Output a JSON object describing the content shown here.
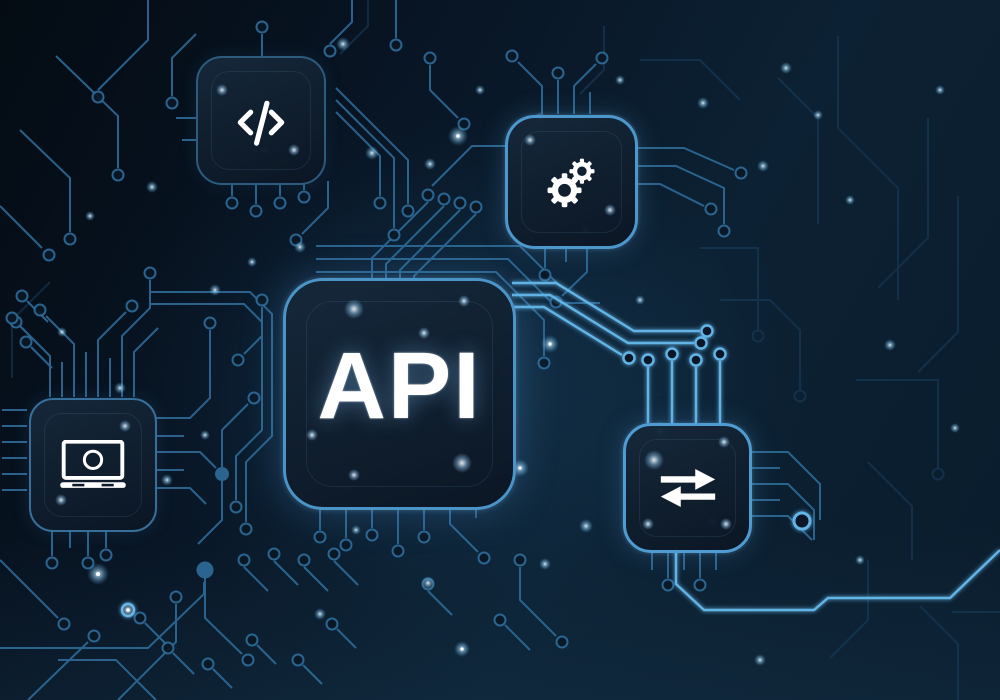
{
  "scene": {
    "type": "digital-illustration",
    "title": "API",
    "nodes": [
      {
        "id": "code",
        "icon": "code-icon"
      },
      {
        "id": "gears",
        "icon": "gears-icon"
      },
      {
        "id": "api-chip",
        "label": "API"
      },
      {
        "id": "laptop",
        "icon": "laptop-icon"
      },
      {
        "id": "exchange",
        "icon": "transfer-arrows-icon"
      }
    ],
    "colors": {
      "background_dark": "#081524",
      "background_light": "#0c2133",
      "trace_dim": "#1c4263",
      "trace_mid": "#2e6b98",
      "trace_bright": "#62b4e6",
      "node_border_bright": "#4f9cd2",
      "node_border_dim": "#2d5b7d",
      "icon_color": "#ffffff",
      "glow_dot": "#aeddf8"
    }
  }
}
